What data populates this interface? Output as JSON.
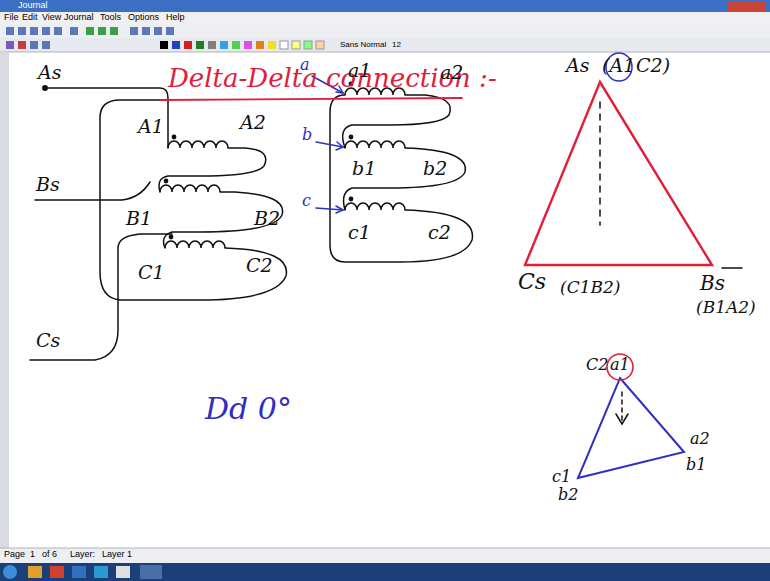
{
  "diagram": {
    "title": "Delta-Delta connection :-",
    "labels": [
      "Journal",
      "File",
      "Edit",
      "View",
      "Journal",
      "Tools",
      "Options",
      "Help",
      "Sans Normal",
      "12",
      "Page",
      "1",
      "of 6",
      "Layer:",
      "Layer 1",
      "As",
      "A1",
      "A2",
      "Bs",
      "B1",
      "B2",
      "Cs",
      "C1",
      "C2",
      "a",
      "a1",
      "a2",
      "b",
      "b1",
      "b2",
      "c",
      "c1",
      "c2",
      "Dd 0°",
      "As",
      "(A1",
      "C2)",
      "Cs",
      "(C1B2)",
      "Bs",
      "(B1A2)",
      "C2",
      "a1",
      "a2",
      "b1",
      "c1",
      "b2"
    ]
  }
}
